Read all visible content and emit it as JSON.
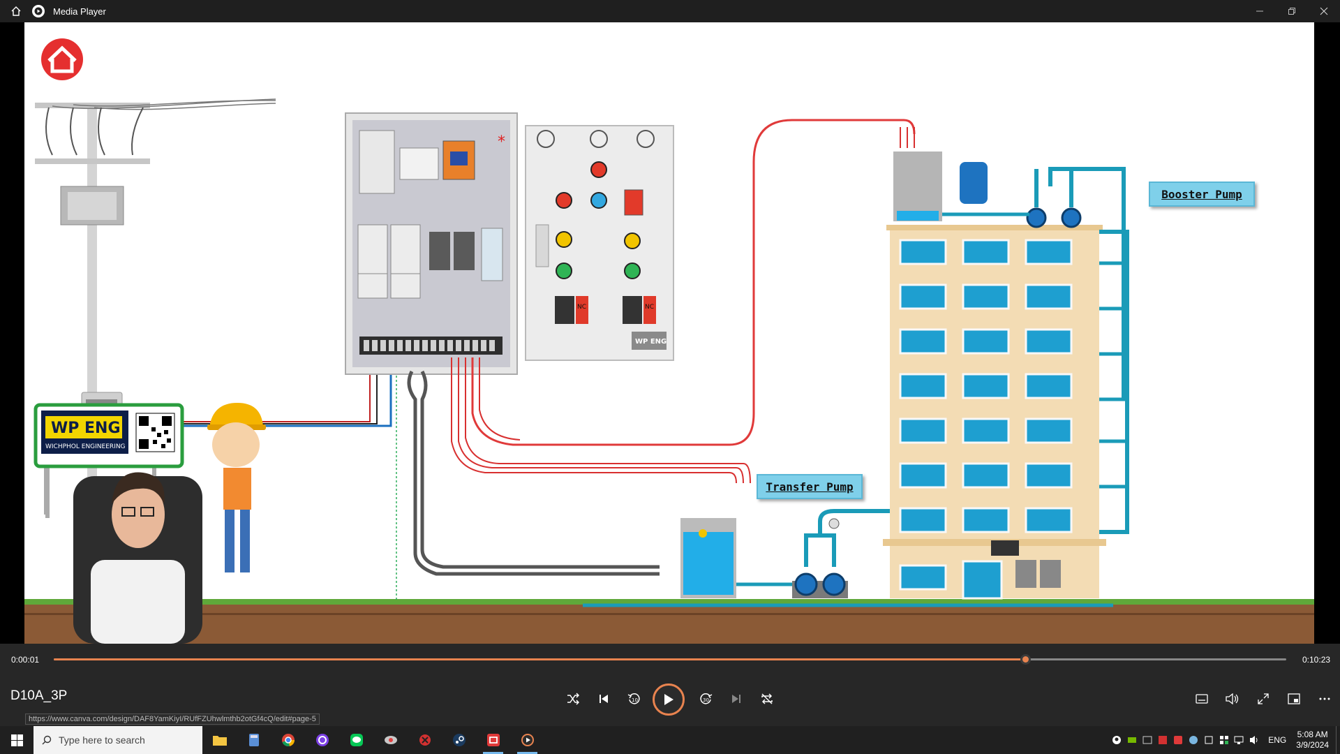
{
  "window": {
    "title": "Media Player"
  },
  "slide": {
    "labels": {
      "booster": "Booster Pump",
      "transfer": "Transfer Pump"
    },
    "logo": {
      "brand_left": "WP",
      "brand_right": "ENG",
      "company": "WICHPHOL ENGINEERING"
    },
    "panel_logo": "WP ENG",
    "nc_label": "NC"
  },
  "player": {
    "elapsed": "0:00:01",
    "total": "0:10:23",
    "progress": 0.788,
    "media_title": "D10A_3P",
    "status_url": "https://www.canva.com/design/DAF8YamKiyI/RUfFZUhwlmthb2otGf4cQ/edit#page-5"
  },
  "taskbar": {
    "search_placeholder": "Type here to search",
    "lang": "ENG",
    "time": "5:08 AM",
    "date": "3/9/2024"
  },
  "colors": {
    "accent": "#e8834f",
    "pipe": "#1a9bb8",
    "power": "#e03a3a"
  }
}
